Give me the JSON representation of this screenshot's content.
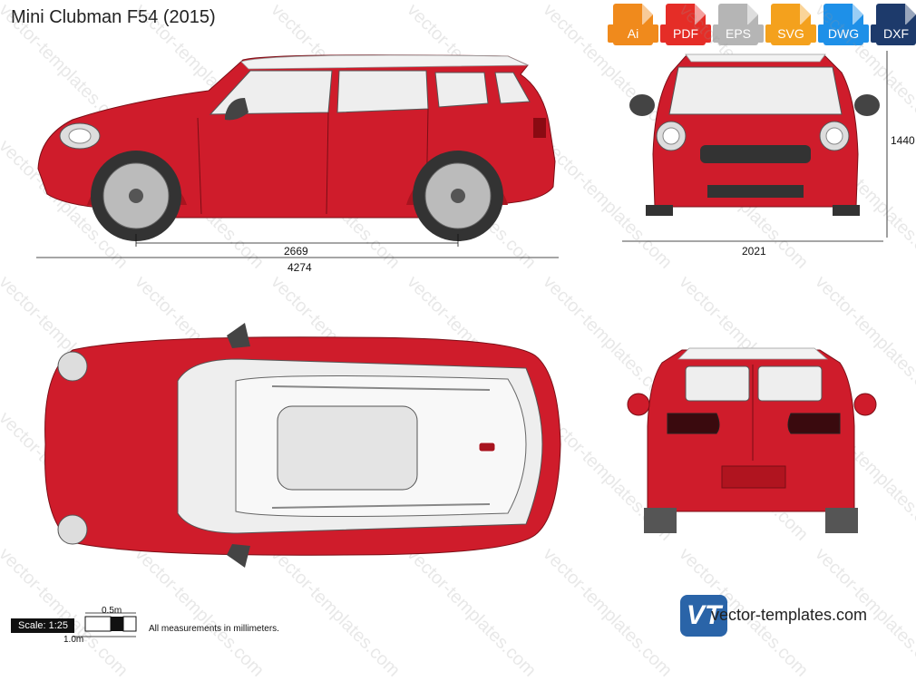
{
  "title": "Mini Clubman F54 (2015)",
  "formats": [
    {
      "label": "Ai",
      "color": "#f08a1c"
    },
    {
      "label": "PDF",
      "color": "#e52d27"
    },
    {
      "label": "EPS",
      "color": "#b5b5b5"
    },
    {
      "label": "SVG",
      "color": "#f4a11d"
    },
    {
      "label": "DWG",
      "color": "#1e90e8"
    },
    {
      "label": "DXF",
      "color": "#1d3a6b"
    }
  ],
  "dimensions": {
    "wheelbase": "2669",
    "length": "4274",
    "width": "2021",
    "height": "1440"
  },
  "scale": {
    "label": "Scale: 1:25",
    "half_meter": "0.5m",
    "one_meter": "1.0m"
  },
  "note": "All measurements in millimeters.",
  "brand": {
    "logo_text": "VT",
    "site": "vector-templates.com"
  },
  "watermark": "vector-templates.com",
  "colors": {
    "body": "#cf1c2b",
    "body_dark": "#a8141f",
    "glass": "#eeeeee",
    "roof": "#f2f2f2",
    "tire": "#333333"
  }
}
